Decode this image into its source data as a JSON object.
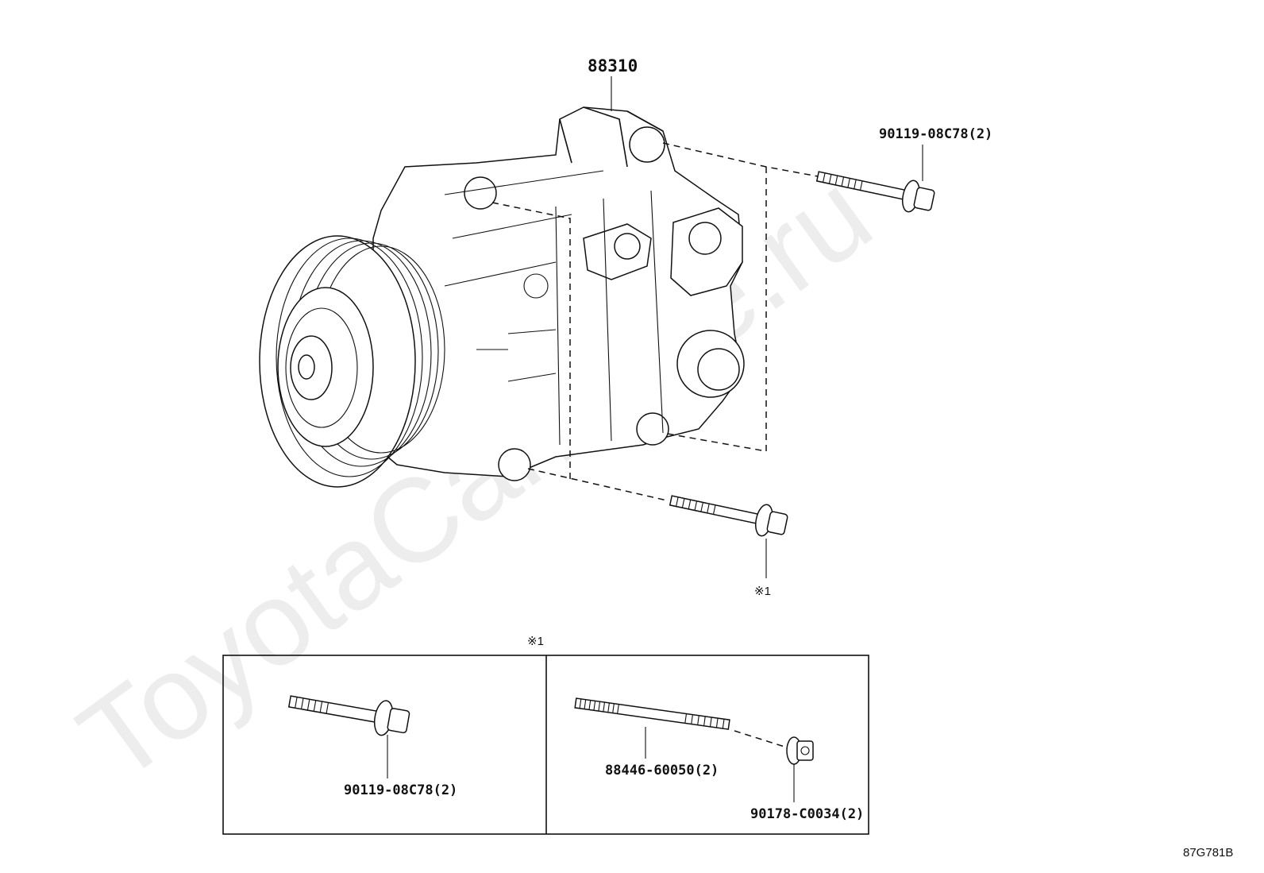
{
  "watermark": "ToyotaCarMine.ru",
  "diagram_code": "87G781B",
  "callouts": {
    "compressor": "88310",
    "top_bolt": "90119-08C78(2)",
    "bottom_bolt_note": "※1"
  },
  "detail_box": {
    "title": "※1",
    "left": {
      "bolt": "90119-08C78(2)"
    },
    "right": {
      "stud": "88446-60050(2)",
      "nut": "90178-C0034(2)"
    }
  }
}
